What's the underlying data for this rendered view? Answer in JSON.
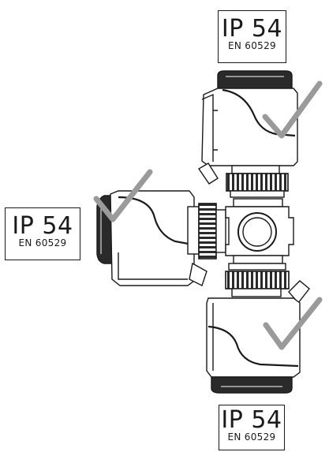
{
  "labels": {
    "top": {
      "rating": "IP 54",
      "standard": "EN 60529"
    },
    "left": {
      "rating": "IP 54",
      "standard": "EN 60529"
    },
    "bottom": {
      "rating": "IP 54",
      "standard": "EN 60529"
    }
  },
  "colors": {
    "line": "#1a1a1a",
    "check": "#9a9a9a",
    "cap": "#2a2a2a",
    "fill": "#ffffff"
  },
  "icons": [
    "check-mark-icon",
    "actuator-illustration",
    "valve-body-illustration"
  ]
}
